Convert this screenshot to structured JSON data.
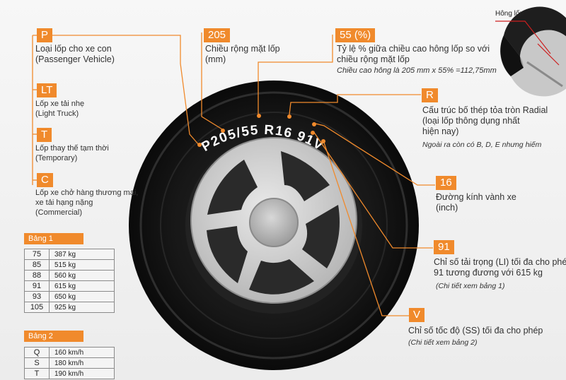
{
  "left_codes": [
    {
      "tag": "P",
      "lines": [
        "Loại lốp cho xe con",
        "(Passenger Vehicle)"
      ]
    },
    {
      "tag": "LT",
      "lines": [
        "Lốp xe tải nhẹ",
        "(Light Truck)"
      ]
    },
    {
      "tag": "T",
      "lines": [
        "Lốp thay thế tạm thời",
        "(Temporary)"
      ]
    },
    {
      "tag": "C",
      "lines": [
        "Lốp xe chở hàng thương mại,",
        "xe tải hạng nặng",
        "(Commercial)"
      ]
    }
  ],
  "width": {
    "tag": "205",
    "lines": [
      "Chiều rộng mặt lốp",
      "(mm)"
    ]
  },
  "ratio": {
    "tag": "55 (%)",
    "lines": [
      "Tỷ lệ % giữa chiều cao hông lốp so với",
      "chiều rộng mặt lốp"
    ],
    "note": "Chiều cao hông là 205 mm  x 55% =112,75mm"
  },
  "radial": {
    "tag": "R",
    "lines": [
      "Cấu trúc bố thép tỏa tròn Radial",
      "(loại lốp thông dụng nhất",
      "hiện nay)"
    ],
    "note": "Ngoài ra còn có B, D, E nhưng hiếm"
  },
  "rim": {
    "tag": "16",
    "lines": [
      "Đường kính vành xe",
      "(inch)"
    ]
  },
  "load": {
    "tag": "91",
    "lines": [
      "Chỉ số tải trọng (LI) tối đa cho phép",
      "91 tương đương với 615 kg"
    ],
    "note": "(Chi tiết xem bảng 1)"
  },
  "speed": {
    "tag": "V",
    "lines": [
      "Chỉ số tốc độ (SS) tối đa cho phép"
    ],
    "note": "(Chi tiết xem bảng 2)"
  },
  "sidewall_label": "Hông lốp",
  "tire_code": "P205/55 R16 91V",
  "table1": {
    "title": "Bảng 1",
    "rows": [
      [
        "75",
        "387 kg"
      ],
      [
        "85",
        "515 kg"
      ],
      [
        "88",
        "560 kg"
      ],
      [
        "91",
        "615 kg"
      ],
      [
        "93",
        "650 kg"
      ],
      [
        "105",
        "925 kg"
      ]
    ]
  },
  "table2": {
    "title": "Bảng 2",
    "rows": [
      [
        "Q",
        "160 km/h"
      ],
      [
        "S",
        "180 km/h"
      ],
      [
        "T",
        "190 km/h"
      ]
    ]
  },
  "colors": {
    "accent": "#f08a2c",
    "callout_line": "#f08a2c",
    "sidewall_line": "#cc1f1f"
  }
}
